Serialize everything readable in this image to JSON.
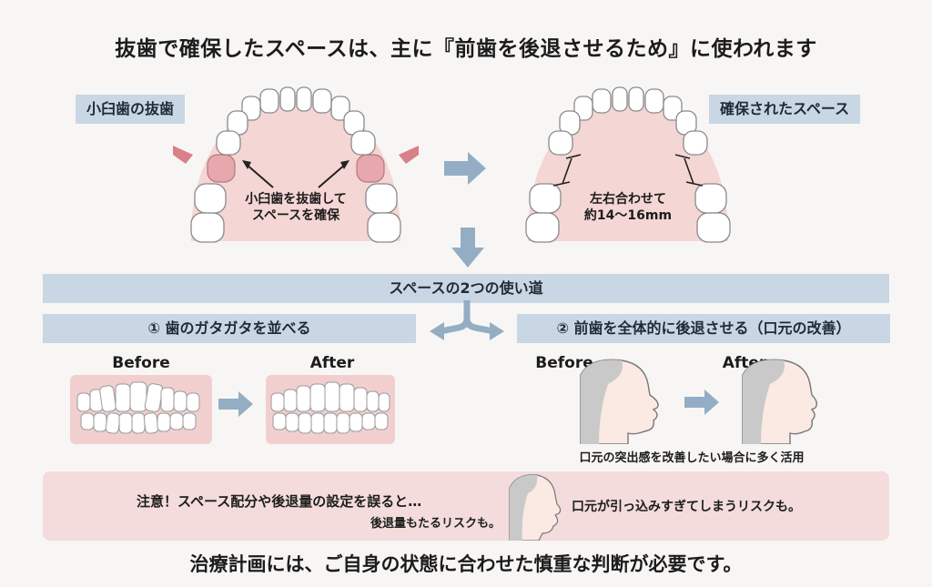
{
  "title": "抜歯で確保したスペースは、主に『前歯を後退させるため』に使われます",
  "left_panel": {
    "tag": "小臼歯の抜歯",
    "note_line1": "小臼歯を抜歯して",
    "note_line2": "スペースを確保"
  },
  "right_panel": {
    "tag": "確保されたスペース",
    "note_line1": "左右合わせて",
    "note_line2": "約14〜16mm"
  },
  "section_band": "スペースの2つの使い道",
  "use1": {
    "heading": "① 歯のガタガタを並べる",
    "before": "Before",
    "after": "After"
  },
  "use2": {
    "heading": "② 前歯を全体的に後退させる（口元の改善）",
    "before": "Before",
    "after": "After",
    "caption": "口元の突出感を改善したい場合に多く活用"
  },
  "warning": {
    "line1": "注意！スペース配分や後退量の設定を誤ると…",
    "line2": "後退量もたるリスクも。",
    "side": "口元が引っ込みすぎてしまうリスクも。"
  },
  "footer": "治療計画には、ご自身の状態に合わせた慎重な判断が必要です。",
  "colors": {
    "band": "#c9d6e3",
    "arrow": "#93aec4",
    "gum": "#f2cfcf",
    "extract": "#e6a7ad",
    "warn_bg": "#f3dcdb",
    "pink_arrow": "#d98088"
  }
}
